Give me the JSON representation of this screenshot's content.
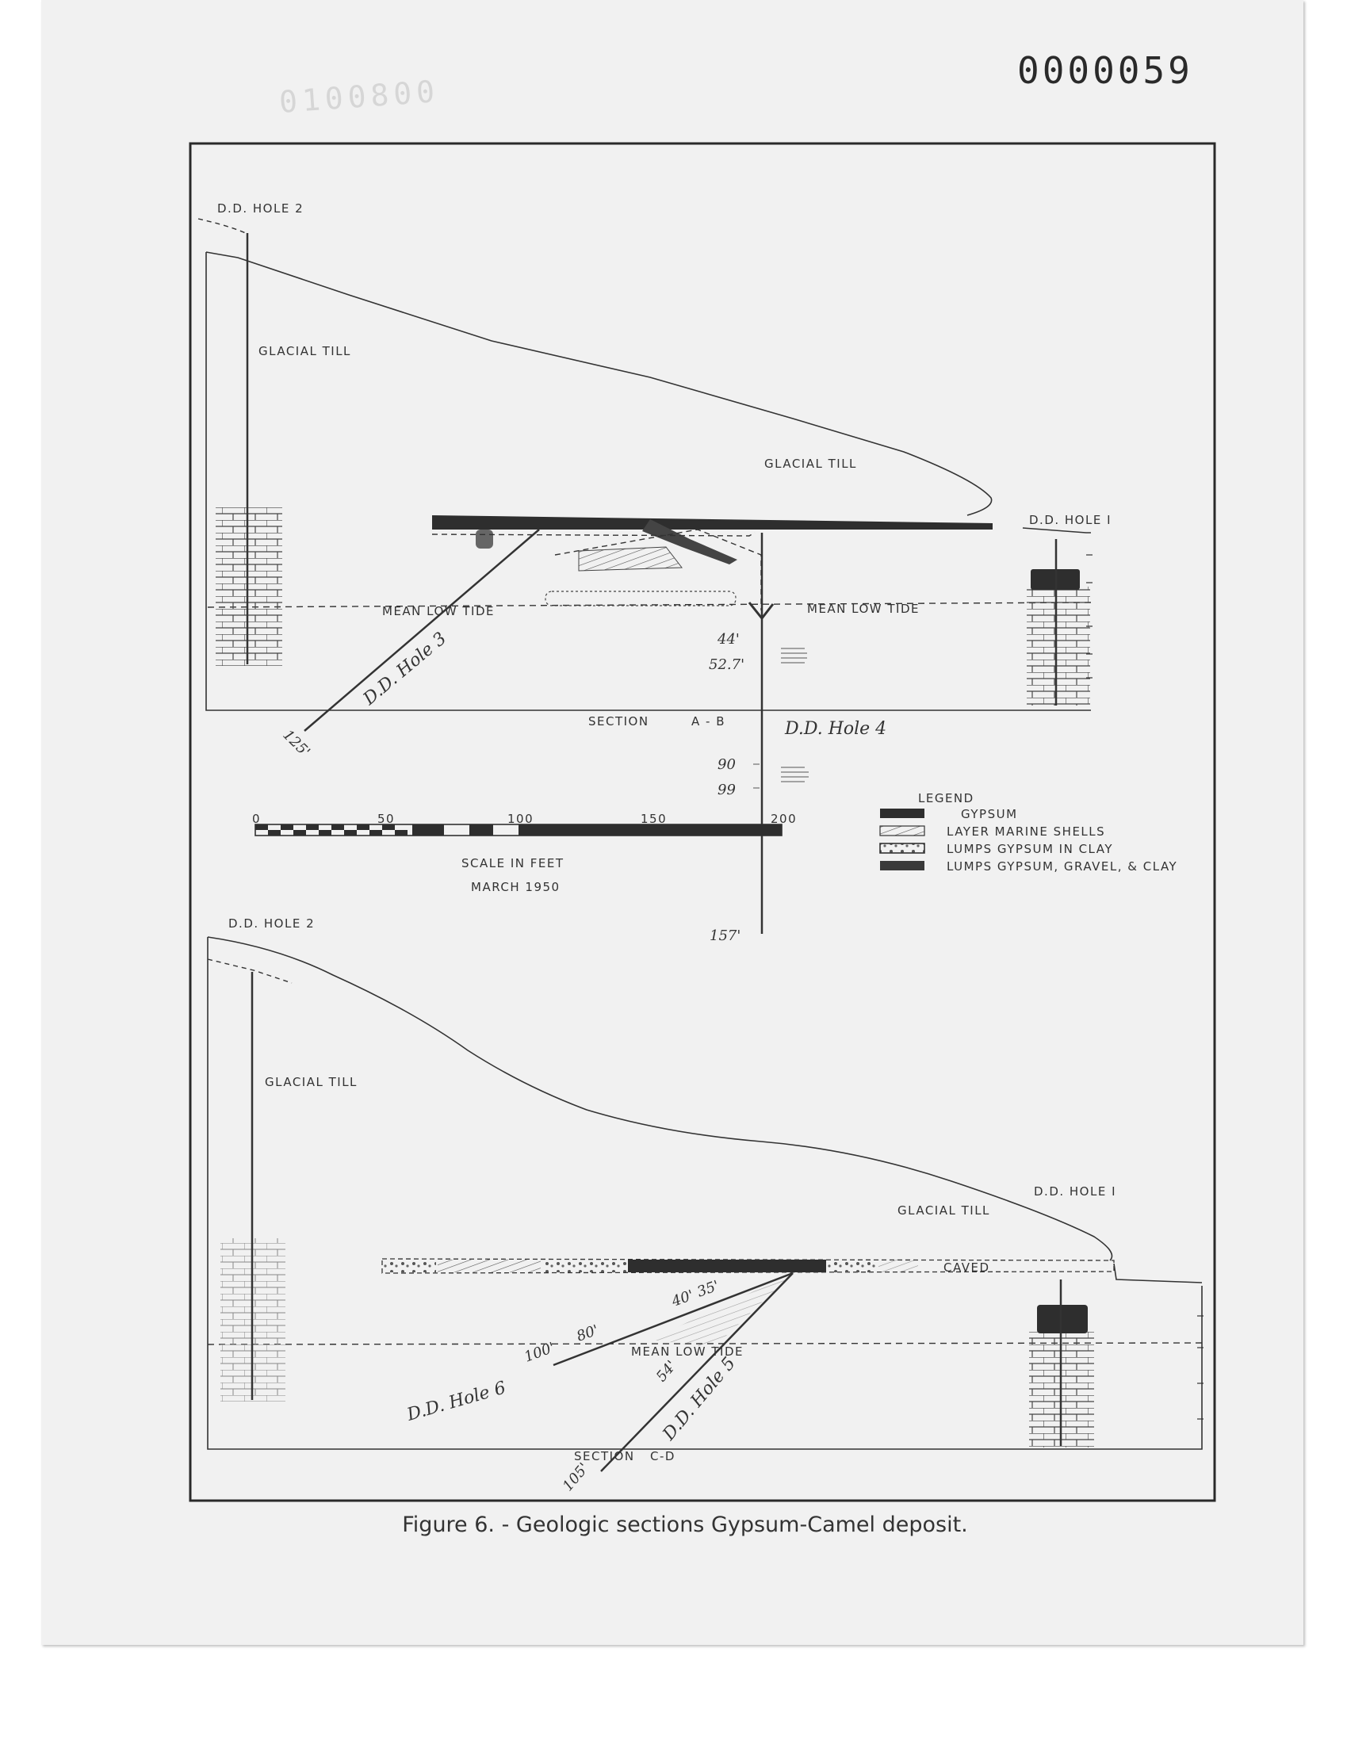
{
  "document_number": "0000059",
  "faint_stamp": "0100800",
  "caption": "Figure 6. - Geologic sections Gypsum-Camel deposit.",
  "section_ab": {
    "hole2_label": "D.D. HOLE 2",
    "hole1_label": "D.D. HOLE I",
    "till_label_left": "GLACIAL TILL",
    "till_label_right": "GLACIAL TILL",
    "mean_low_tide_left": "MEAN LOW TIDE",
    "mean_low_tide_right": "MEAN LOW TIDE",
    "hole3_label": "D.D. Hole 3",
    "hole3_depth": "125'",
    "hole4_label": "D.D. Hole 4",
    "hole4_depths": [
      "44'",
      "52.7'",
      "90",
      "99",
      "157'"
    ],
    "section_label": "SECTION",
    "section_id": "A - B"
  },
  "scale": {
    "ticks": [
      "0",
      "50",
      "100",
      "150",
      "200"
    ],
    "title": "SCALE IN FEET",
    "date": "MARCH 1950"
  },
  "legend": {
    "title": "LEGEND",
    "items": [
      {
        "label": "GYPSUM"
      },
      {
        "label": "LAYER MARINE SHELLS"
      },
      {
        "label": "LUMPS GYPSUM IN CLAY"
      },
      {
        "label": "LUMPS GYPSUM, GRAVEL, & CLAY"
      }
    ]
  },
  "section_cd": {
    "hole2_label": "D.D. HOLE 2",
    "hole1_label": "D.D. HOLE I",
    "till_label_left": "GLACIAL TILL",
    "till_label_right": "GLACIAL TILL",
    "caved_label": "CAVED",
    "mean_low_tide": "MEAN LOW TIDE",
    "hole6_label": "D.D. Hole 6",
    "hole6_depths": [
      "100'",
      "80'",
      "40'",
      "35'"
    ],
    "hole5_label": "D.D. Hole 5",
    "hole5_depths": [
      "54'",
      "105'"
    ],
    "section_label": "SECTION",
    "section_id": "C-D"
  },
  "colors": {
    "ink": "#2a2a2a",
    "paper": "#f1f1f1"
  }
}
